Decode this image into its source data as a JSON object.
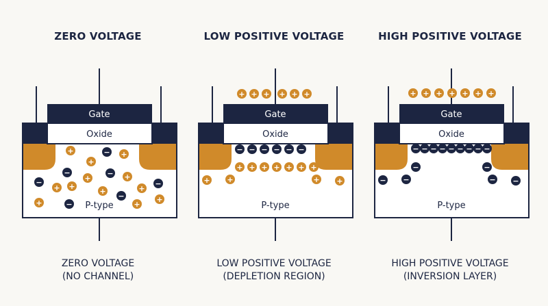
{
  "colors": {
    "navy": "#1c2541",
    "orange": "#d08a2a",
    "orange_light": "#f3e6cf",
    "background": "#f9f8f4",
    "white": "#ffffff"
  },
  "panels": [
    {
      "title": "ZERO VOLTAGE",
      "gate_label": "Gate",
      "oxide_label": "Oxide",
      "substrate_label": "P-type",
      "caption_line1": "ZERO VOLTAGE",
      "caption_line2": "(NO CHANNEL)",
      "gate_charge_count": 0,
      "state": "no-channel"
    },
    {
      "title": "LOW POSITIVE VOLTAGE",
      "gate_label": "Gate",
      "oxide_label": "Oxide",
      "substrate_label": "P-type",
      "caption_line1": "LOW POSITIVE VOLTAGE",
      "caption_line2": "(DEPLETION REGION)",
      "gate_charge_count": 6,
      "state": "depletion"
    },
    {
      "title": "HIGH POSITIVE VOLTAGE",
      "gate_label": "Gate",
      "oxide_label": "Oxide",
      "substrate_label": "P-type",
      "caption_line1": "HIGH POSITIVE VOLTAGE",
      "caption_line2": "(INVERSION LAYER)",
      "gate_charge_count": 7,
      "state": "inversion"
    }
  ],
  "symbols": {
    "plus": "+",
    "minus": "−"
  }
}
